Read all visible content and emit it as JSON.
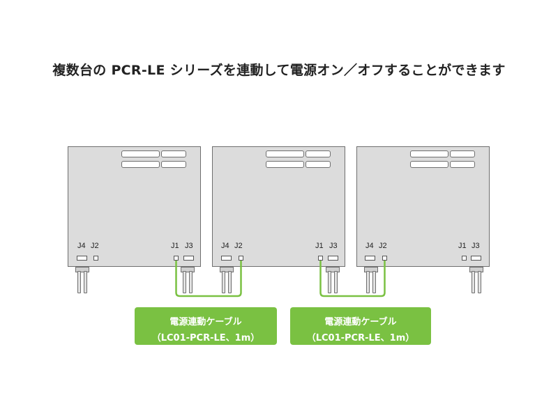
{
  "title": "複数台の PCR-LE シリーズを連動して電源オン／オフすることができます",
  "units": [
    {
      "left_labels": [
        "J4",
        "J2"
      ],
      "right_labels": [
        "J1",
        "J3"
      ]
    },
    {
      "left_labels": [
        "J4",
        "J2"
      ],
      "right_labels": [
        "J1",
        "J3"
      ]
    },
    {
      "left_labels": [
        "J4",
        "J2"
      ],
      "right_labels": [
        "J1",
        "J3"
      ]
    }
  ],
  "cables": [
    {
      "name": "電源連動ケーブル",
      "model": "（LC01-PCR-LE、1m）"
    },
    {
      "name": "電源連動ケーブル",
      "model": "（LC01-PCR-LE、1m）"
    }
  ],
  "colors": {
    "cable": "#7ac142",
    "unit_fill": "#dcdcdc",
    "outline": "#6e6e6e"
  }
}
